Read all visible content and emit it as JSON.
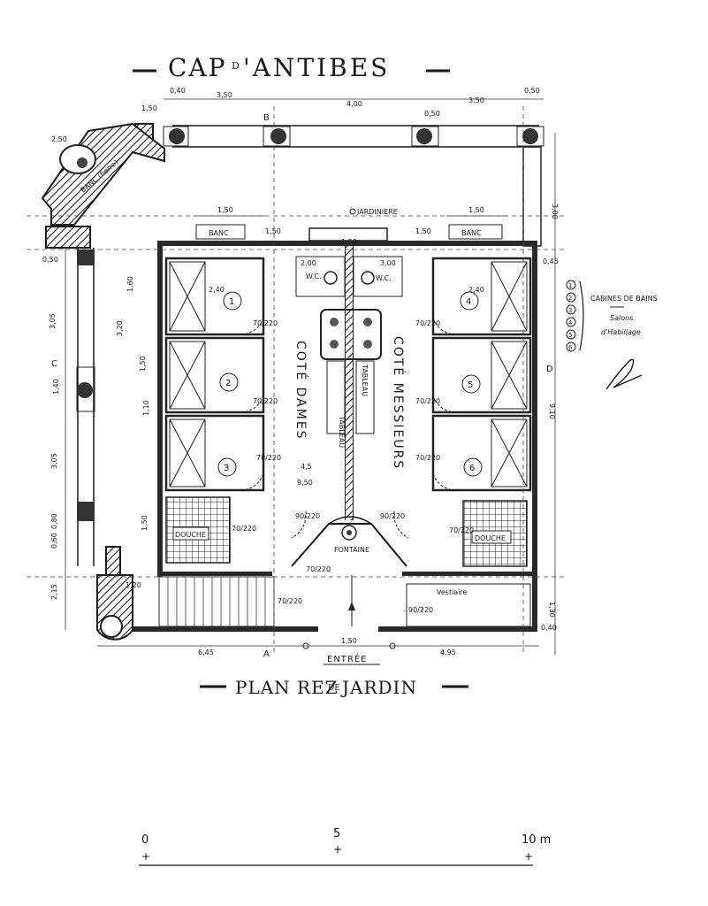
{
  "title": "CAP D'ANTIBES",
  "title_parts": {
    "a": "CAP",
    "b": "D",
    "c": "'ANTIBES"
  },
  "subtitle": {
    "a": "PLAN REZ",
    "b": "DE",
    "c": "JARDIN"
  },
  "entrance": "ENTRÉE",
  "labels": {
    "banc_corner": "BANC (fierre)",
    "banc_left": "BANC",
    "banc_right": "BANC",
    "jardiniere": "JARDINIERE",
    "wc_left": "W.C.",
    "wc_right": "W.C.",
    "cote_dames": "COTÉ DAMES",
    "cote_messieurs": "COTÉ MESSIEURS",
    "douche_left": "DOUCHE",
    "douche_right": "DOUCHE",
    "fontaine": "FONTAINE",
    "vestiaire": "Vestiaire",
    "tableau_left": "TABLEAU",
    "tableau_right": "TABLEAU",
    "axis_b_top": "B",
    "axis_c": "C",
    "axis_d": "D",
    "axis_a": "A"
  },
  "cabins_left": [
    "1",
    "2",
    "3"
  ],
  "cabins_right": [
    "4",
    "5",
    "6"
  ],
  "legend": {
    "numbers": [
      "1",
      "2",
      "3",
      "4",
      "5",
      "6"
    ],
    "line1": "CABINES DE BAINS",
    "line2": "Salons",
    "line3": "d'Habillage"
  },
  "dimensions": {
    "top": [
      "0,40",
      "3,50",
      "4,00",
      "3,50",
      "0,50"
    ],
    "top_small": [
      "1,50",
      "0,50",
      "2,50"
    ],
    "banc": [
      "1,50",
      "1,50"
    ],
    "banc_small": [
      "1,50",
      "1,50"
    ],
    "wc": [
      "2,00",
      "3,00",
      "1,50"
    ],
    "cabin_w": [
      "2,40",
      "2,40"
    ],
    "door": [
      "70/220",
      "70/220",
      "70/220",
      "70/220",
      "70/220",
      "70/220",
      "90/220",
      "90/220",
      "70/220",
      "70/220",
      "70/220",
      "90/220",
      "70/220"
    ],
    "left_side": [
      "1,60",
      "1,50",
      "1,10",
      "3,05",
      "3,20",
      "1,40",
      "3,05",
      "0,80",
      "1,50",
      "2,15",
      "0,60"
    ],
    "right_side": [
      "3,00",
      "0,45",
      "9,10",
      "1,30",
      "0,40"
    ],
    "bottom": [
      "1,20",
      "6,45",
      "1,50",
      "4,95"
    ],
    "central": [
      "4,5",
      "9,50"
    ],
    "corner": [
      "2,50",
      "0,50"
    ]
  },
  "scale": {
    "t0": "0",
    "t5": "5",
    "t10": "10 m"
  }
}
